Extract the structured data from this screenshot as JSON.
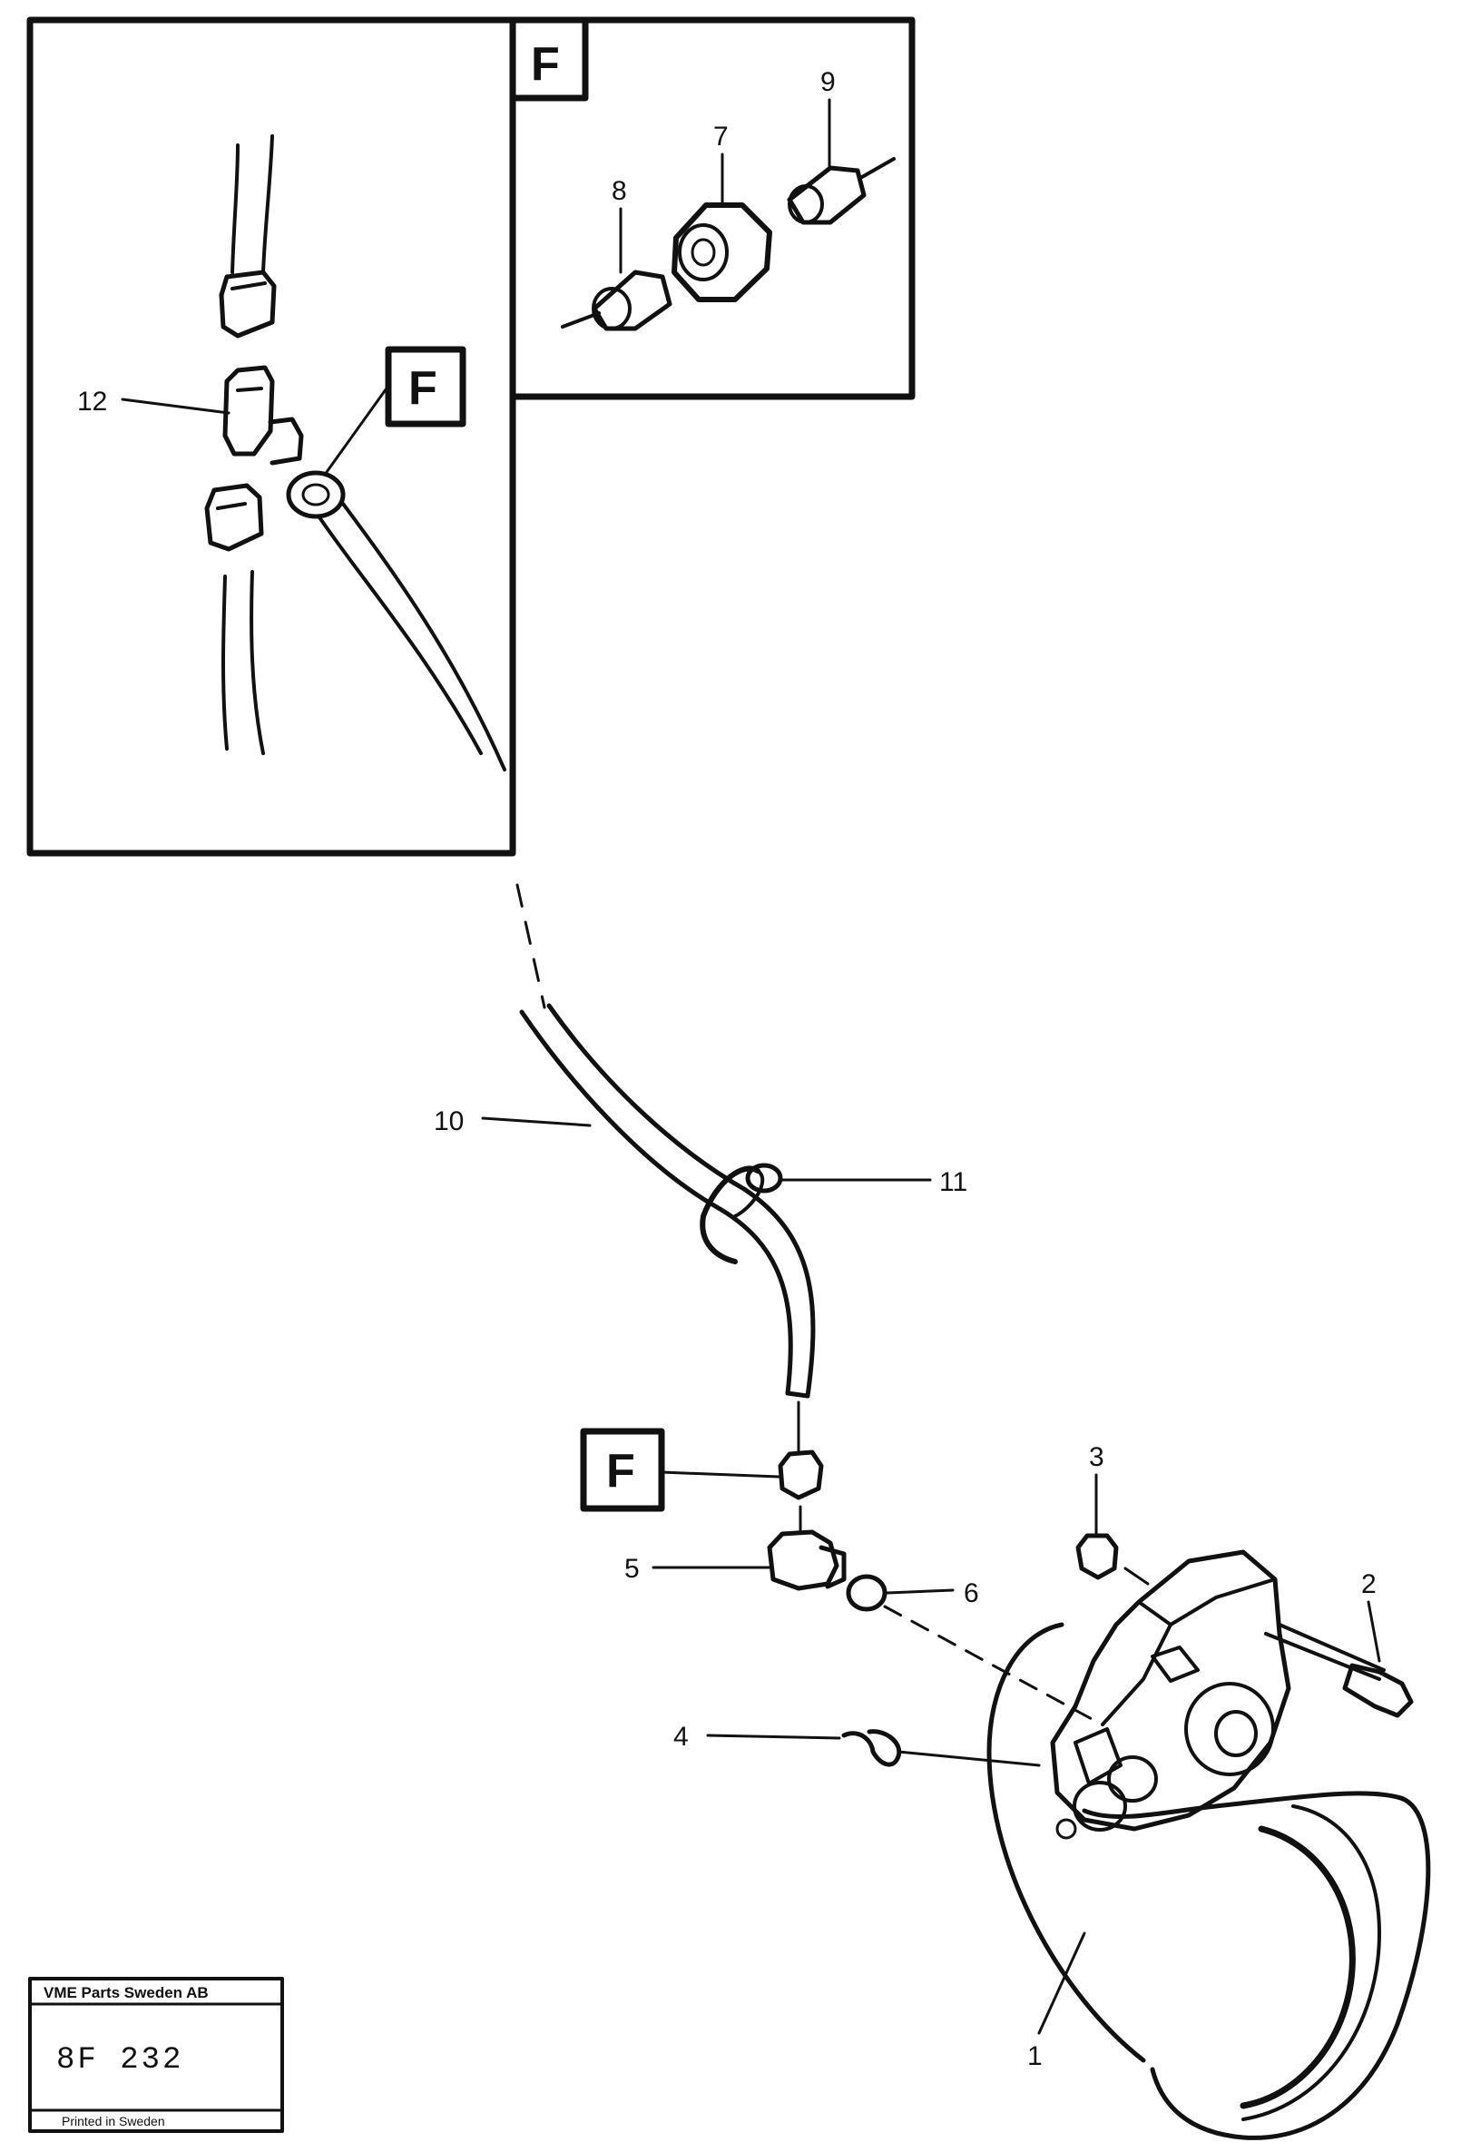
{
  "labels": {
    "l1": "1",
    "l2": "2",
    "l3": "3",
    "l4": "4",
    "l5": "5",
    "l6": "6",
    "l7": "7",
    "l8": "8",
    "l9": "9",
    "l10": "10",
    "l11": "11",
    "l12": "12"
  },
  "f_marker": "F",
  "stamp": {
    "company": "VME Parts Sweden AB",
    "code": "8F 232",
    "printed": "Printed in Sweden"
  }
}
